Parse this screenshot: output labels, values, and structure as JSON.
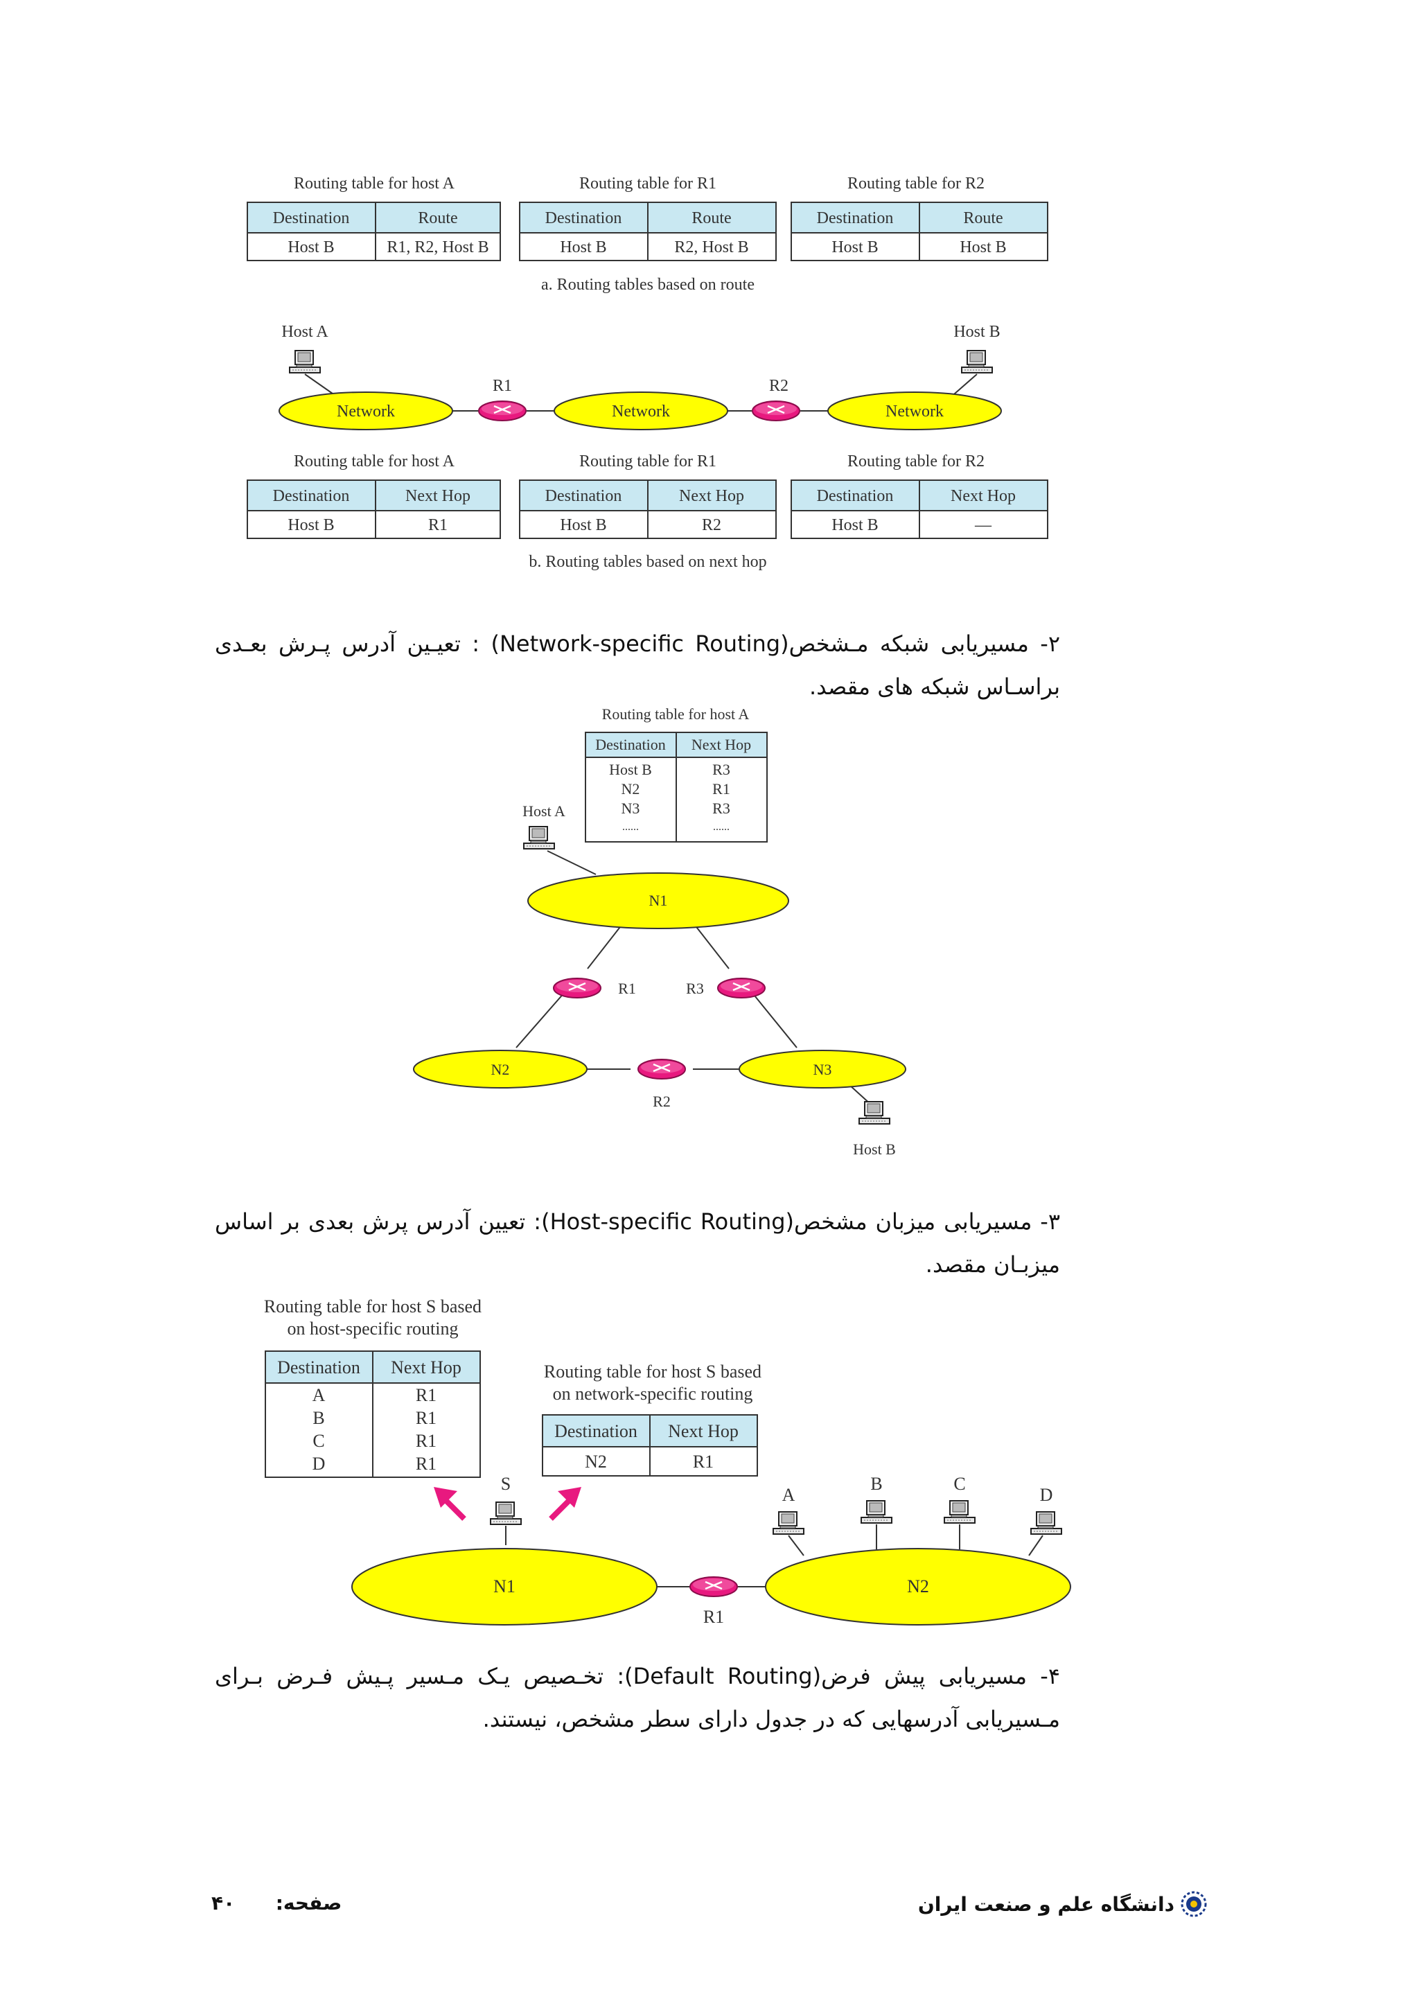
{
  "fig1": {
    "tables_top": [
      {
        "caption": "Routing table for host A",
        "h1": "Destination",
        "h2": "Route",
        "c1": "Host B",
        "c2": "R1, R2, Host B"
      },
      {
        "caption": "Routing table for R1",
        "h1": "Destination",
        "h2": "Route",
        "c1": "Host B",
        "c2": "R2, Host B"
      },
      {
        "caption": "Routing table for R2",
        "h1": "Destination",
        "h2": "Route",
        "c1": "Host B",
        "c2": "Host B"
      }
    ],
    "caption_a": "a. Routing tables based on route",
    "host_a": "Host A",
    "host_b": "Host B",
    "network": "Network",
    "r1": "R1",
    "r2": "R2",
    "tables_bottom": [
      {
        "caption": "Routing table for host A",
        "h1": "Destination",
        "h2": "Next Hop",
        "c1": "Host B",
        "c2": "R1"
      },
      {
        "caption": "Routing table for R1",
        "h1": "Destination",
        "h2": "Next Hop",
        "c1": "Host B",
        "c2": "R2"
      },
      {
        "caption": "Routing table for R2",
        "h1": "Destination",
        "h2": "Next Hop",
        "c1": "Host B",
        "c2": "—"
      }
    ],
    "caption_b": "b. Routing tables based on next hop"
  },
  "para2": {
    "prefix": "۲- مسیریابی شبکه مـشخص(",
    "latin": "Network-specific Routing",
    "suffix": ") : تعیـین آدرس پـرش بعـدی براسـاس شبکه های مقصد."
  },
  "fig2": {
    "caption": "Routing table for host A",
    "h1": "Destination",
    "h2": "Next Hop",
    "dest": [
      "Host B",
      "N2",
      "N3",
      "......"
    ],
    "hop": [
      "R3",
      "R1",
      "R3",
      "......"
    ],
    "host_a": "Host A",
    "host_b": "Host B",
    "n1": "N1",
    "n2": "N2",
    "n3": "N3",
    "r1": "R1",
    "r2": "R2",
    "r3": "R3"
  },
  "para3": {
    "prefix": "۳- مسیریابی میزبان مشخص(",
    "latin": "Host-specific Routing",
    "suffix": "): تعیین آدرس پرش بعدی بر اساس میزبـان مقصد."
  },
  "fig3": {
    "caption1_l1": "Routing table for host S based",
    "caption1_l2": "on host-specific routing",
    "h1": "Destination",
    "h2": "Next Hop",
    "dest": [
      "A",
      "B",
      "C",
      "D"
    ],
    "hop": [
      "R1",
      "R1",
      "R1",
      "R1"
    ],
    "caption2_l1": "Routing table for host S based",
    "caption2_l2": "on network-specific routing",
    "t2_dest": "N2",
    "t2_hop": "R1",
    "host_s": "S",
    "host_a": "A",
    "host_b": "B",
    "host_c": "C",
    "host_d": "D",
    "n1": "N1",
    "n2": "N2",
    "r1": "R1"
  },
  "para4": {
    "prefix": "۴- مسیریابی پیش فرض(",
    "latin": "Default Routing",
    "suffix": "): تخـصیص یـک مـسیر پـیش فـرض بـرای مـسیریابی آدرسهایی که در جدول دارای سطر مشخص، نیستند."
  },
  "footer": {
    "page_label": "صفحه:",
    "page_number": "۴۰",
    "university": "دانشگاه علم و صنعت ایران"
  },
  "colors": {
    "table_header": "#c9e8f2",
    "network": "#ffff00",
    "router": "#e8197f",
    "arrow": "#e8197f"
  }
}
